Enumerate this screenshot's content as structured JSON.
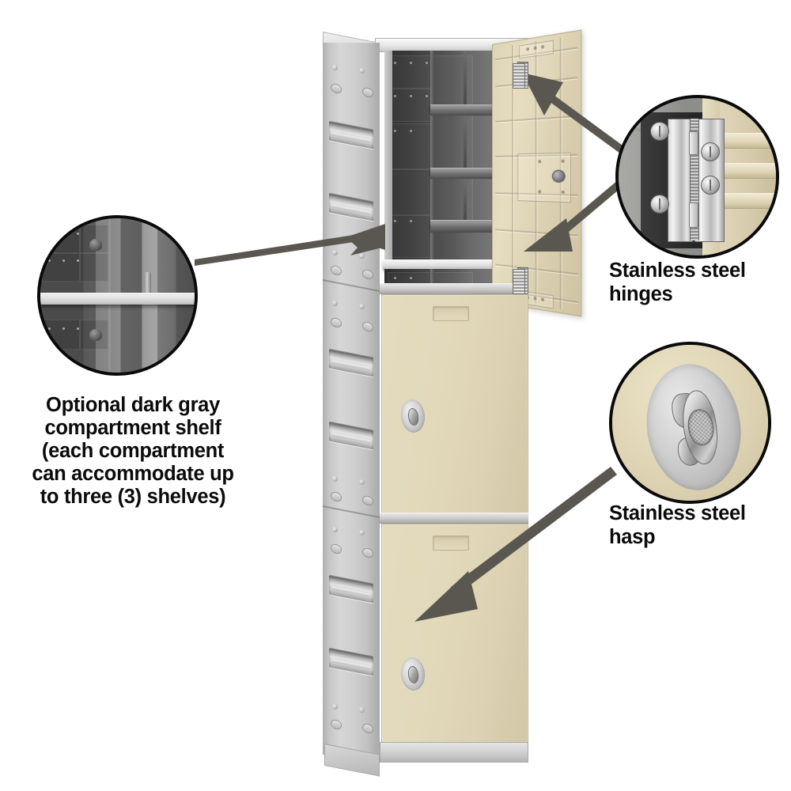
{
  "image": {
    "subject": "three-tier plastic locker product feature diagram",
    "background_color": "#ffffff"
  },
  "callouts": [
    {
      "id": "shelf",
      "label": "Optional dark gray compartment shelf (each compartment can accommodate up to three (3) shelves)",
      "label_lines": [
        "Optional dark gray",
        "compartment shelf",
        "(each compartment",
        "can accommodate up",
        "to three (3) shelves)"
      ],
      "detail": "dark gray interior with light horizontal compartment shelf",
      "circle_border_color": "#0a0a0a",
      "arrow_color": "#5a5750",
      "arrow_points_to": "shelf inside open top compartment"
    },
    {
      "id": "hinges",
      "label": "Stainless steel hinges",
      "label_lines": [
        "Stainless steel",
        "hinges"
      ],
      "detail": "close-up of stainless steel barrel hinge with screws",
      "circle_border_color": "#0a0a0a",
      "arrow_color": "#5a5750",
      "arrow_points_to": "top and bottom hinges on open door"
    },
    {
      "id": "hasp",
      "label": "Stainless steel hasp",
      "label_lines": [
        "Stainless steel",
        "hasp"
      ],
      "detail": "close-up of stainless steel hasp on tan door with gray oval recess",
      "circle_border_color": "#0a0a0a",
      "arrow_color": "#5a5750",
      "arrow_points_to": "hasp on lower closed door"
    }
  ],
  "locker": {
    "name": "three-tier locker column",
    "door_color": "#ddd3b4",
    "body_color": "#c9c9c9",
    "interior_color": "#4a4a4a",
    "shelf_color": "#e2e2e2",
    "base_color": "#cfcfcf",
    "compartments": [
      {
        "position": "top",
        "state": "open",
        "door_state": "swung open to the right",
        "shelves_visible": 3
      },
      {
        "position": "middle",
        "state": "closed",
        "door_state": "closed",
        "has_nameplate": true,
        "has_hasp": true
      },
      {
        "position": "bottom",
        "state": "closed",
        "door_state": "closed",
        "has_nameplate": true,
        "has_hasp": true
      }
    ],
    "side_vent_slots_per_tier": 2
  }
}
